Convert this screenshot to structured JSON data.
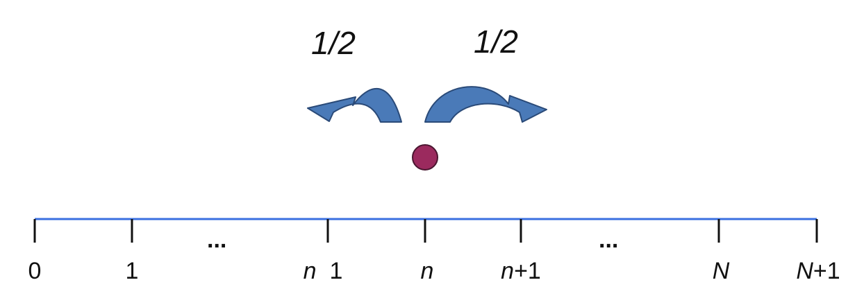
{
  "transition": {
    "left_prob": "1/2",
    "right_prob": "1/2"
  },
  "colors": {
    "line": "#3a6fe0",
    "tick": "#111111",
    "arrow_fill": "#4a7ab8",
    "arrow_dark": "#3a5f94",
    "arrow_stroke": "#2a4a78",
    "particle": "#9b2a5e",
    "particle_stroke": "#4a1630"
  },
  "ticks": [
    {
      "id": "0",
      "italic": "",
      "rest": "0"
    },
    {
      "id": "1",
      "italic": "",
      "rest": "1"
    },
    {
      "id": "n-1",
      "italic": "n",
      "rest": " 1"
    },
    {
      "id": "n",
      "italic": "n",
      "rest": ""
    },
    {
      "id": "n+1",
      "italic": "n",
      "rest": "+1"
    },
    {
      "id": "N",
      "italic": "N",
      "rest": ""
    },
    {
      "id": "N+1",
      "italic": "N",
      "rest": "+1"
    }
  ],
  "ellipses": [
    "...",
    "..."
  ]
}
